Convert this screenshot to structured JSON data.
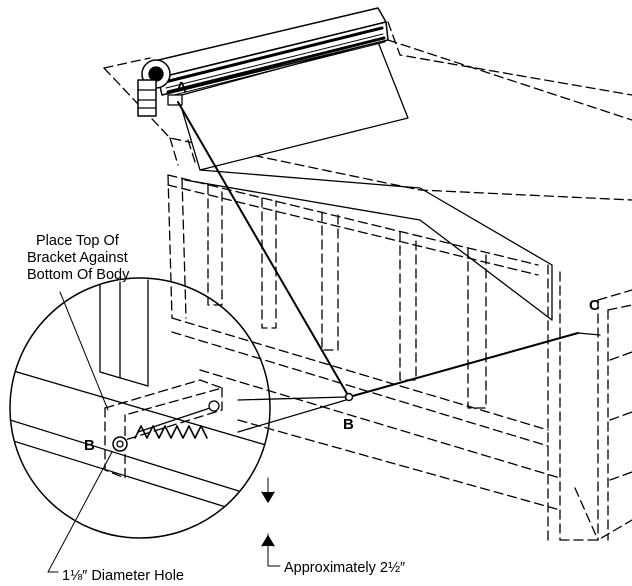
{
  "labels": {
    "point_a": "A",
    "point_b": "B",
    "point_b_detail": "B",
    "point_c": "C",
    "bracket_note_line1": "Place Top Of",
    "bracket_note_line2": "Bracket Against",
    "bracket_note_line3": "Bottom Of Body",
    "hole_note": "1⅛″ Diameter Hole",
    "distance_note": "Approximately 2½″"
  },
  "colors": {
    "line": "#000000",
    "background": "#ffffff"
  }
}
